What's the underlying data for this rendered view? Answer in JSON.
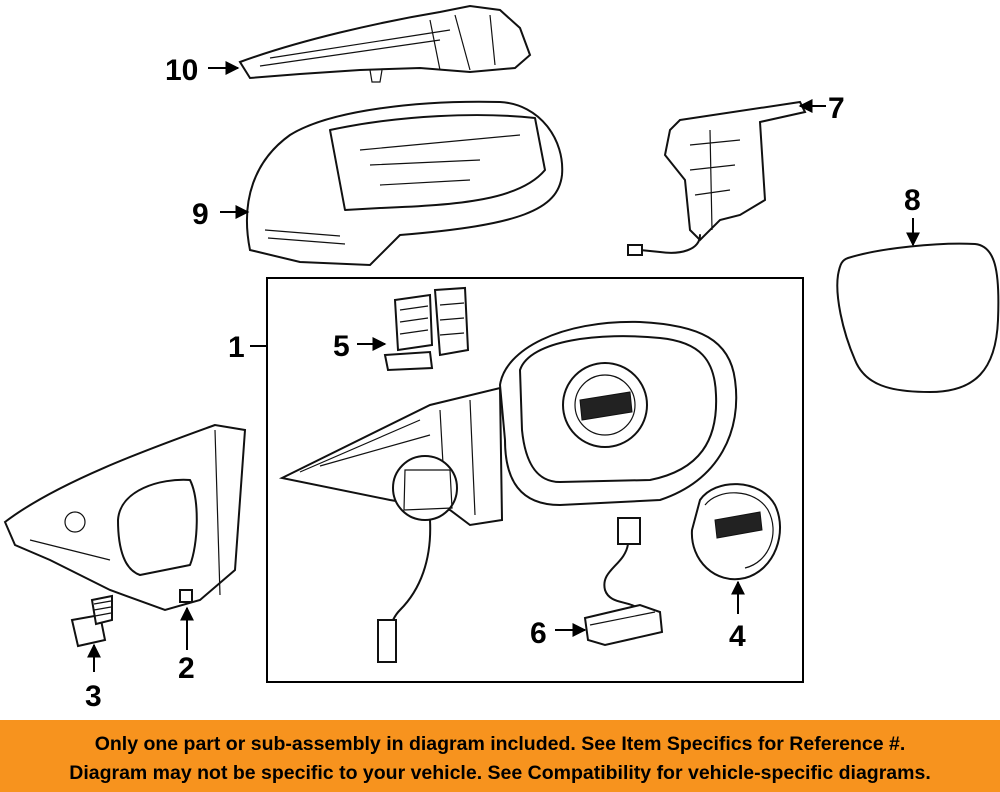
{
  "callouts": {
    "c1": "1",
    "c2": "2",
    "c3": "3",
    "c4": "4",
    "c5": "5",
    "c6": "6",
    "c7": "7",
    "c8": "8",
    "c9": "9",
    "c10": "10"
  },
  "banner": {
    "line1": "Only one part or sub-assembly in diagram included. See Item Specifics for Reference #.",
    "line2": "Diagram may not be specific to your vehicle. See Compatibility for vehicle-specific diagrams."
  },
  "colors": {
    "banner_bg": "#f7931e",
    "ink": "#000000"
  }
}
